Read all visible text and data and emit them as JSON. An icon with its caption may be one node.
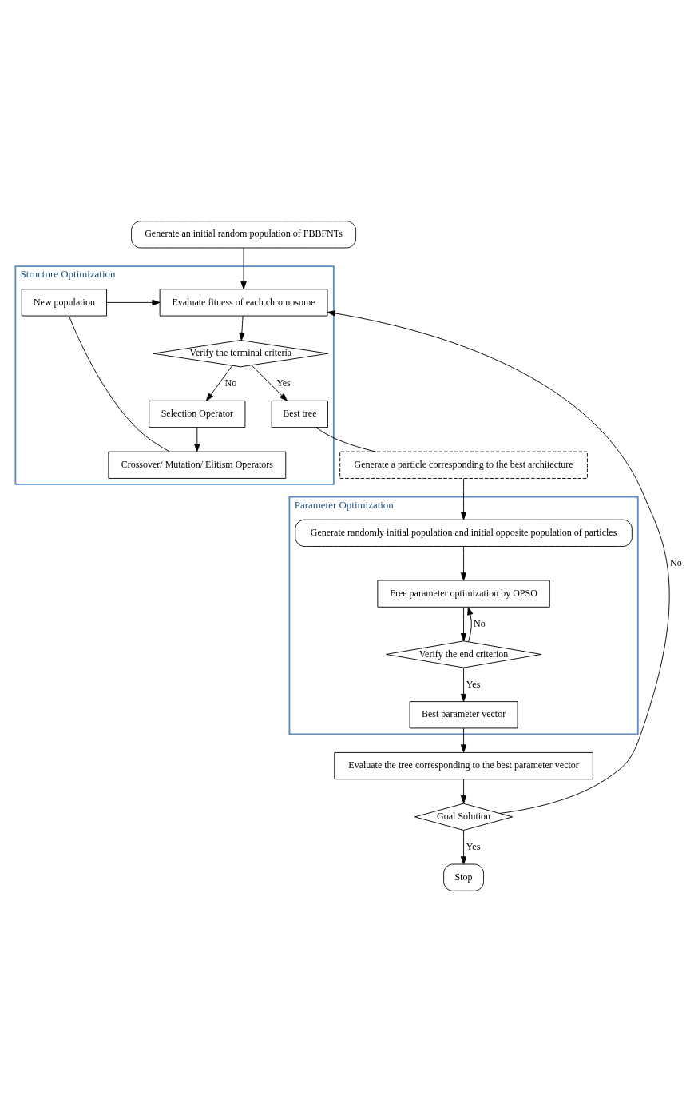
{
  "diagram": {
    "nodes": [
      {
        "text": [
          "Generate an initial random population of FBBFNTs"
        ]
      },
      {
        "text": [
          "Structure Optimization"
        ]
      },
      {
        "text": [
          "Evaluate fitness of each chromosome"
        ],
        "in": 1
      },
      {
        "text": [
          "Verify the terminal criteria"
        ],
        "in": 1
      },
      {
        "text": [
          "New population"
        ],
        "in": 1
      },
      {
        "text": [
          "Selection Operator"
        ],
        "in": 1
      },
      {
        "text": [
          "Best tree"
        ],
        "in": 1
      },
      {
        "text": [
          "Crossover/ Mutation/ Elitism Operators"
        ],
        "in": 1
      },
      {
        "text": [
          "Generate a particle corresponding to the best architecture"
        ]
      },
      {
        "text": [
          "Parameter Optimization"
        ]
      },
      {
        "text": [
          "Generate randomly initial population and initial opposite population of particles"
        ],
        "in": 9
      },
      {
        "text": [
          "Free parameter optimization by OPSO"
        ],
        "in": 9
      },
      {
        "text": [
          "Verify the end criterion"
        ],
        "in": 9
      },
      {
        "text": [
          "Best parameter vector"
        ],
        "in": 9
      },
      {
        "text": [
          "Evaluate the tree corresponding to the best parameter vector"
        ]
      },
      {
        "text": [
          "Goal Solution"
        ]
      },
      {
        "text": [
          "Stop"
        ]
      }
    ],
    "edges": [
      {
        "from": 0,
        "to": 2,
        "arrow": "to"
      },
      {
        "from": 2,
        "to": 3,
        "arrow": "to"
      },
      {
        "from": 3,
        "to": 6,
        "label": "Yes",
        "arrow": "to"
      },
      {
        "from": 3,
        "to": 5,
        "label": "No",
        "arrow": "to"
      },
      {
        "from": 5,
        "to": 7,
        "arrow": "to"
      },
      {
        "from": 7,
        "to": 4,
        "arrow": "none"
      },
      {
        "from": 4,
        "to": 2,
        "arrow": "to"
      },
      {
        "from": 6,
        "to": 8,
        "arrow": "none"
      },
      {
        "from": 8,
        "to": 10,
        "arrow": "to"
      },
      {
        "from": 10,
        "to": 11,
        "arrow": "to"
      },
      {
        "from": 11,
        "to": 12,
        "arrow": "to"
      },
      {
        "from": 12,
        "to": 11,
        "label": "No",
        "arrow": "to"
      },
      {
        "from": 12,
        "to": 13,
        "label": "Yes",
        "arrow": "to"
      },
      {
        "from": 13,
        "to": 14,
        "arrow": "to"
      },
      {
        "from": 14,
        "to": 15,
        "arrow": "to"
      },
      {
        "from": 15,
        "to": 2,
        "label": "No",
        "arrow": "to"
      },
      {
        "from": 15,
        "to": 16,
        "label": "Yes",
        "arrow": "to"
      }
    ]
  }
}
